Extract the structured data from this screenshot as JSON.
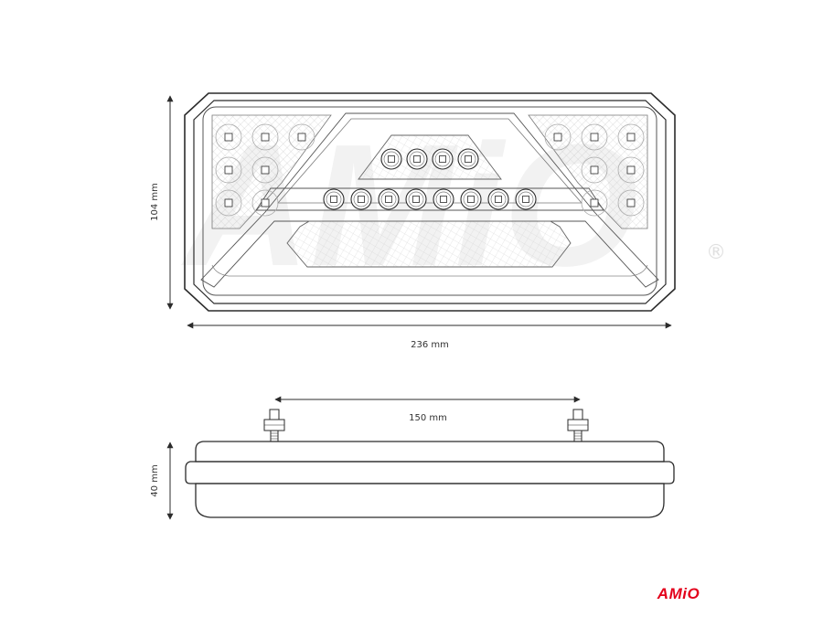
{
  "dimensions": {
    "height_label": "104 mm",
    "width_label": "236 mm",
    "mount_spacing_label": "150 mm",
    "depth_label": "40 mm"
  },
  "front_view": {
    "top_led_count": 4,
    "middle_led_count": 8,
    "side_led_rows": [
      3,
      2,
      2
    ]
  },
  "brand": {
    "logo_text": "AMiO",
    "watermark_text": "AMiO",
    "registered_mark": "®",
    "color": "#e3001b",
    "watermark_color": "#f2f2f2"
  },
  "colors": {
    "line": "#2b2b2b",
    "thin_line": "#7a7a7a",
    "grid": "#c8c8c8"
  }
}
